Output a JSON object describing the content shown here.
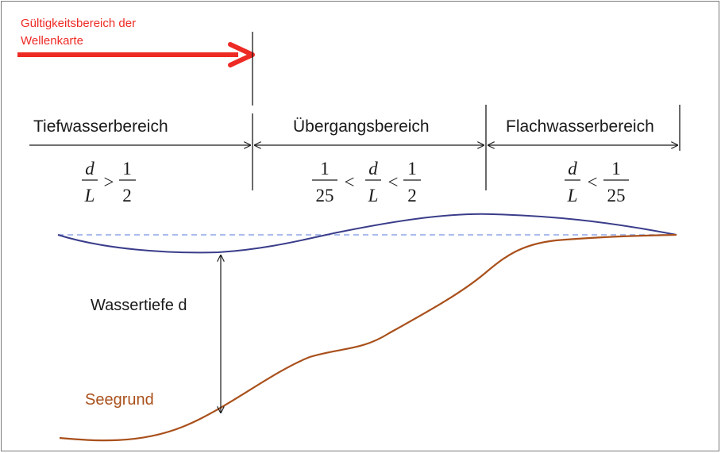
{
  "title_lines": [
    "Gültigkeitsbereich der",
    "Wellenkarte"
  ],
  "zones": [
    {
      "label": "Tiefwasserbereich",
      "formula": {
        "num1": "d",
        "den1": "L",
        "op1": ">",
        "num2": "1",
        "den2": "2"
      }
    },
    {
      "label": "Übergangsbereich",
      "formula": {
        "num0": "1",
        "den0": "25",
        "op0": "<",
        "num1": "d",
        "den1": "L",
        "op1": "<",
        "num2": "1",
        "den2": "2"
      }
    },
    {
      "label": "Flachwasserbereich",
      "formula": {
        "num1": "d",
        "den1": "L",
        "op1": "<",
        "num2": "1",
        "den2": "25"
      }
    }
  ],
  "depth_label": "Wassertiefe d",
  "seabed_label": "Seegrund",
  "colors": {
    "accent_red": "#ee2a24",
    "wave": "#3a3d8a",
    "still_water": "#8fa6e6",
    "seabed": "#a9501b",
    "lines": "#1a1a1a"
  }
}
